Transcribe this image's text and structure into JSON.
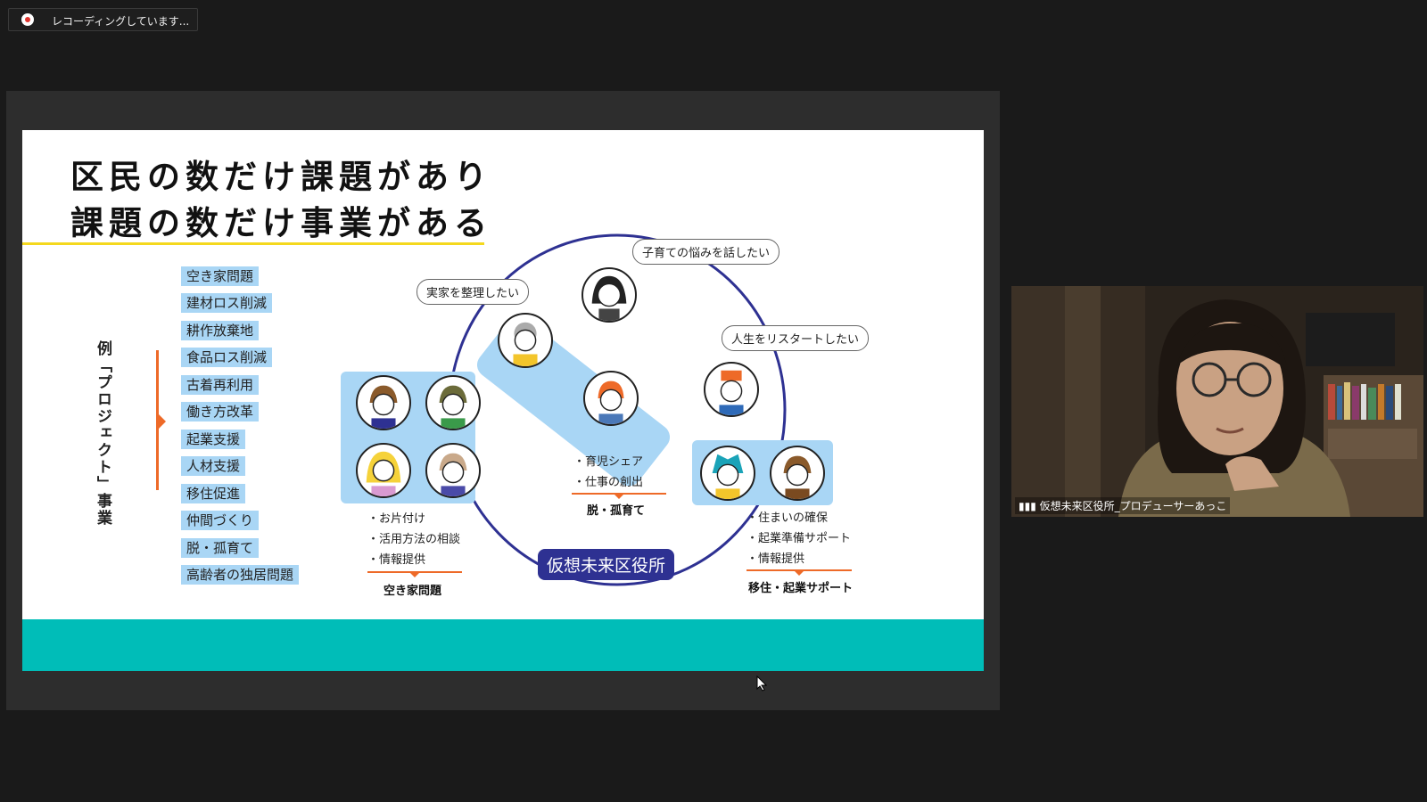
{
  "recording": {
    "label": "レコーディングしています..."
  },
  "slide": {
    "title_line1": "区民の数だけ課題があり",
    "title_line2": "課題の数だけ事業がある",
    "vertical_label": "例「プロジェクト」事業",
    "tags": [
      "空き家問題",
      "建材ロス削減",
      "耕作放棄地",
      "食品ロス削減",
      "古着再利用",
      "働き方改革",
      "起業支援",
      "人材支援",
      "移住促進",
      "仲間づくり",
      "脱・孤育て",
      "高齢者の独居問題"
    ],
    "bubbles": {
      "parenting_worries": "子育ての悩みを話したい",
      "organize_home": "実家を整理したい",
      "restart_life": "人生をリスタートしたい"
    },
    "groups": {
      "akiya": {
        "bullets": [
          "・お片付け",
          "・活用方法の相談",
          "・情報提供"
        ],
        "caption": "空き家問題"
      },
      "parenting": {
        "bullets": [
          "・育児シェア",
          "・仕事の創出"
        ],
        "caption": "脱・孤育て"
      },
      "migration": {
        "bullets": [
          "・住まいの確保",
          "・起業準備サポート",
          "・情報提供"
        ],
        "caption": "移住・起業サポート"
      }
    },
    "city_office": "仮想未来区役所",
    "colors": {
      "accent_blue": "#a9d6f5",
      "navy": "#2e3192",
      "orange": "#ee6a28",
      "teal": "#00bdb8",
      "yellow": "#f4d81d"
    }
  },
  "webcam": {
    "name": "仮想未来区役所_プロデューサーあっこ"
  }
}
